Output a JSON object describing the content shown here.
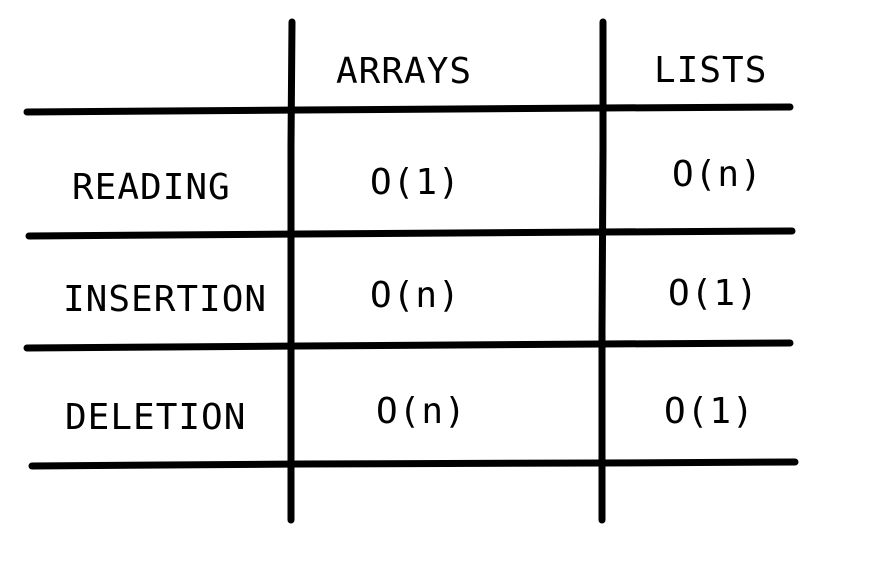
{
  "table": {
    "columns": [
      "ARRAYS",
      "LISTS"
    ],
    "rows": [
      {
        "label": "READING",
        "arrays": "O(1)",
        "lists": "O(n)"
      },
      {
        "label": "INSERTION",
        "arrays": "O(n)",
        "lists": "O(1)"
      },
      {
        "label": "DELETION",
        "arrays": "O(n)",
        "lists": "O(1)"
      }
    ]
  },
  "colors": {
    "ink": "#000000",
    "background": "#ffffff"
  }
}
